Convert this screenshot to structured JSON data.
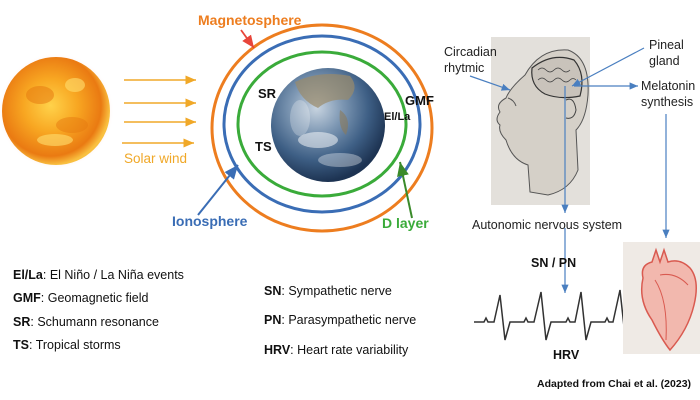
{
  "colors": {
    "magnetosphere": "#ed7d1f",
    "ionosphere": "#3a6db5",
    "d_layer": "#3aab3a",
    "solar_wind": "#f0a828",
    "annotation_arrow": "#4a7fc0",
    "text": "#111111"
  },
  "sun": {
    "label": "Solar wind"
  },
  "earth_diagram": {
    "magnetosphere_label": "Magnetosphere",
    "ionosphere_label": "Ionosphere",
    "d_layer_label": "D layer",
    "markers": {
      "sr": "SR",
      "ts": "TS",
      "gmf": "GMF",
      "el_la": "El/La"
    }
  },
  "head_diagram": {
    "circadian_label_1": "Circadian",
    "circadian_label_2": "rhytmic",
    "pineal_label_1": "Pineal",
    "pineal_label_2": "gland",
    "melatonin_label_1": "Melatonin",
    "melatonin_label_2": "synthesis",
    "autonomic_label": "Autonomic nervous system"
  },
  "ecg": {
    "top_label": "SN / PN",
    "bottom_label": "HRV"
  },
  "legend_left": [
    {
      "abbr": "El/La",
      "text": ": El Niño / La Niña events"
    },
    {
      "abbr": "GMF",
      "text": ": Geomagnetic field"
    },
    {
      "abbr": "SR",
      "text": ": Schumann resonance"
    },
    {
      "abbr": "TS",
      "text": ": Tropical storms"
    }
  ],
  "legend_right": [
    {
      "abbr": "SN",
      "text": ": Sympathetic nerve"
    },
    {
      "abbr": "PN",
      "text": ": Parasympathetic nerve"
    },
    {
      "abbr": "HRV",
      "text": ": Heart rate variability"
    }
  ],
  "citation": "Adapted from Chai et al. (2023)"
}
